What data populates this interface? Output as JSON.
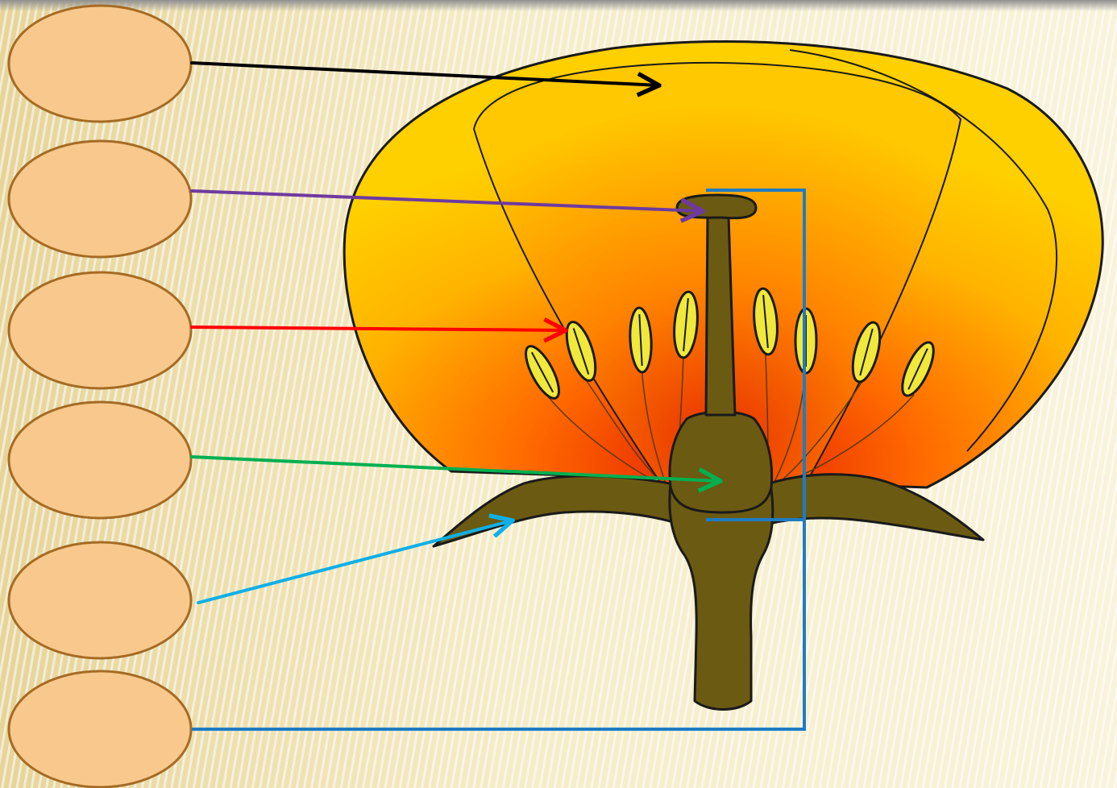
{
  "slide": {
    "background_color": "#f3e8c4",
    "label_fill_color": "#f8c88c",
    "label_border_color": "#a56b24"
  },
  "labels": [
    {
      "text": "",
      "arrow_color": "#000000",
      "target": "petal"
    },
    {
      "text": "",
      "arrow_color": "#6f3aa0",
      "target": "stigma"
    },
    {
      "text": "",
      "arrow_color": "#ff0000",
      "target": "anther"
    },
    {
      "text": "",
      "arrow_color": "#00b050",
      "target": "ovary"
    },
    {
      "text": "",
      "arrow_color": "#0fb0e8",
      "target": "sepal"
    },
    {
      "text": "",
      "arrow_color": "#1f7cc4",
      "target": "pistil"
    }
  ],
  "flower": {
    "petal_colors": [
      "#ffcc00",
      "#ff8a00",
      "#e82e00"
    ],
    "pistil_color": "#6b5a12",
    "anther_color": "#f0e83a"
  }
}
